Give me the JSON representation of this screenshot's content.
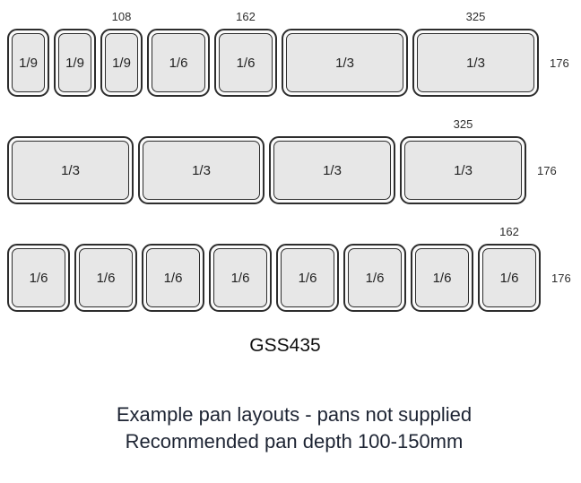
{
  "diagram": {
    "pan_height_mm": 176,
    "rows": [
      {
        "right_label": "176",
        "pans": [
          {
            "label": "1/9",
            "w_mm": 108,
            "top_label": ""
          },
          {
            "label": "1/9",
            "w_mm": 108,
            "top_label": ""
          },
          {
            "label": "1/9",
            "w_mm": 108,
            "top_label": "108"
          },
          {
            "label": "1/6",
            "w_mm": 162,
            "top_label": ""
          },
          {
            "label": "1/6",
            "w_mm": 162,
            "top_label": "162"
          },
          {
            "label": "1/3",
            "w_mm": 325,
            "top_label": ""
          },
          {
            "label": "1/3",
            "w_mm": 325,
            "top_label": "325"
          }
        ]
      },
      {
        "right_label": "176",
        "pans": [
          {
            "label": "1/3",
            "w_mm": 325,
            "top_label": ""
          },
          {
            "label": "1/3",
            "w_mm": 325,
            "top_label": ""
          },
          {
            "label": "1/3",
            "w_mm": 325,
            "top_label": ""
          },
          {
            "label": "1/3",
            "w_mm": 325,
            "top_label": "325"
          }
        ]
      },
      {
        "right_label": "176",
        "pans": [
          {
            "label": "1/6",
            "w_mm": 162,
            "top_label": ""
          },
          {
            "label": "1/6",
            "w_mm": 162,
            "top_label": ""
          },
          {
            "label": "1/6",
            "w_mm": 162,
            "top_label": ""
          },
          {
            "label": "1/6",
            "w_mm": 162,
            "top_label": ""
          },
          {
            "label": "1/6",
            "w_mm": 162,
            "top_label": ""
          },
          {
            "label": "1/6",
            "w_mm": 162,
            "top_label": ""
          },
          {
            "label": "1/6",
            "w_mm": 162,
            "top_label": ""
          },
          {
            "label": "1/6",
            "w_mm": 162,
            "top_label": "162"
          }
        ]
      }
    ]
  },
  "model_label": "GSS435",
  "caption": {
    "line1": "Example pan layouts - pans not supplied",
    "line2": "Recommended pan depth 100-150mm"
  },
  "colors": {
    "pan_fill": "#e7e7e7",
    "pan_border": "#2d2d2d",
    "caption_text": "#1d2433"
  }
}
